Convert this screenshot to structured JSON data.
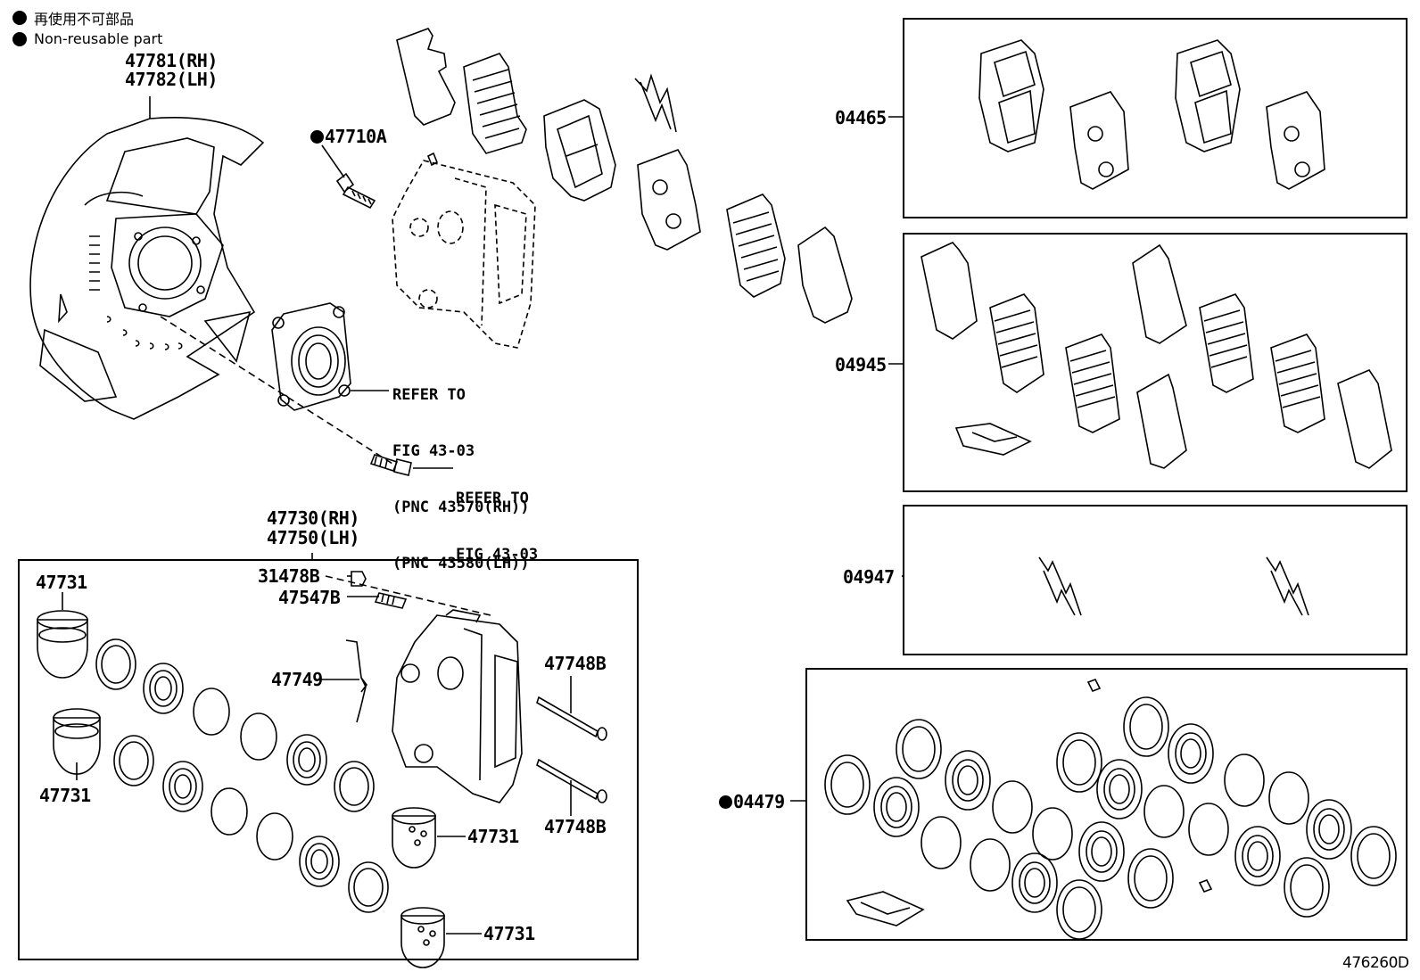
{
  "legend": {
    "jp": "再使用不可部品",
    "en": "Non-reusable part"
  },
  "labels": {
    "dust_cover_rh": "47781(RH)",
    "dust_cover_lh": "47782(LH)",
    "bolt": "47710A",
    "hub_ref": [
      "REFER TO",
      "FIG 43-03",
      "(PNC 43570(RH))",
      "(PNC 43580(LH))"
    ],
    "bolt_ref": [
      "REFER TO",
      "FIG 43-03"
    ],
    "caliper_rh": "47730(RH)",
    "caliper_lh": "47750(LH)",
    "cap": "31478B",
    "bleeder": "47547B",
    "spring": "47749",
    "pin_top": "47748B",
    "pin_bottom": "47748B",
    "piston_top": "47731",
    "piston_left": "47731",
    "piston_mid": "47731",
    "piston_bottom": "47731",
    "pad_kit": "04465",
    "shim_kit": "04945",
    "fitting_kit": "04947",
    "seal_kit": "04479",
    "figure_id": "476260D"
  }
}
